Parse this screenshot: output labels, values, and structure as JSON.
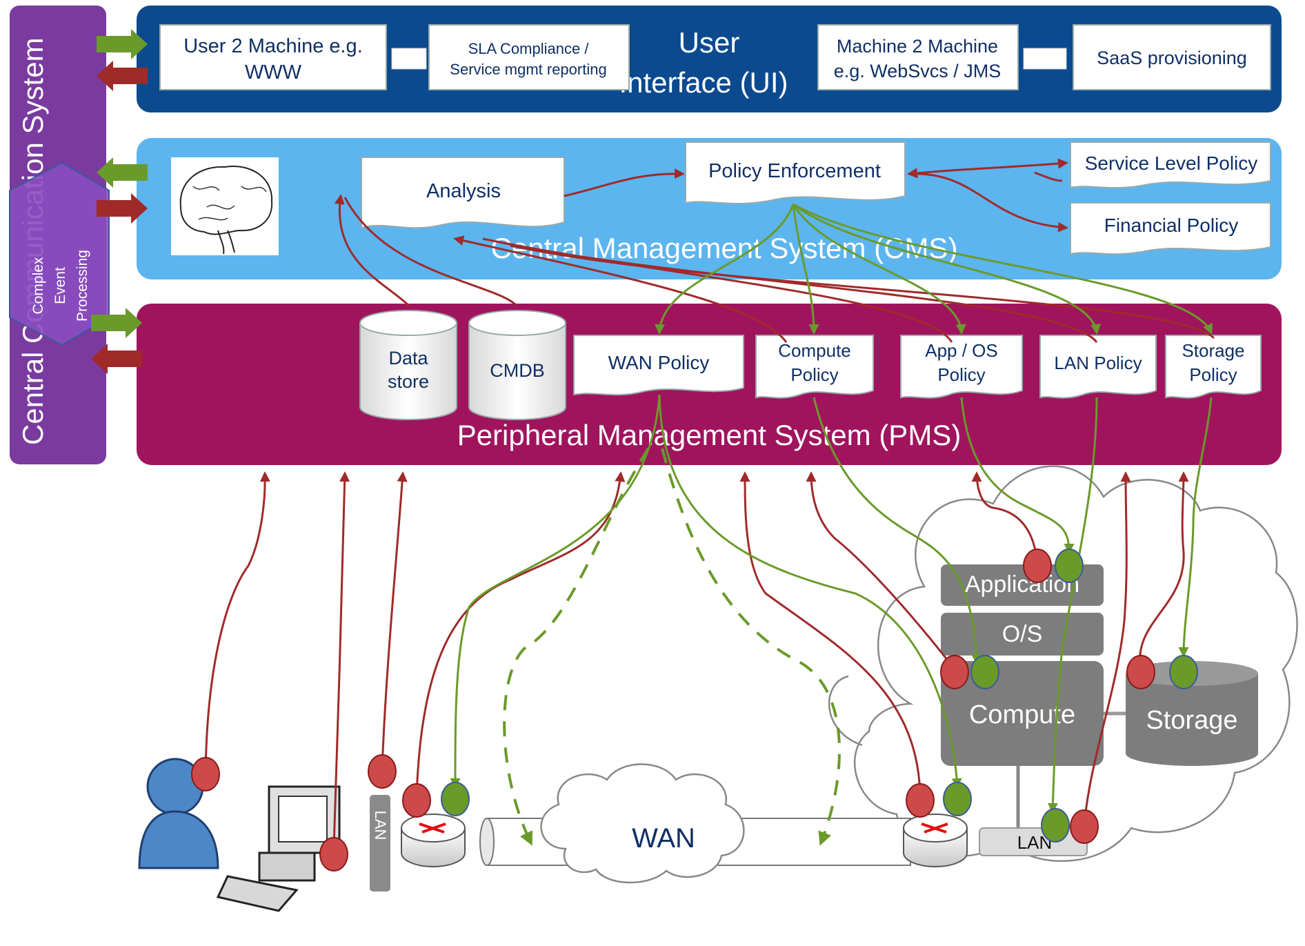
{
  "ccs": {
    "title": "Central Communication System"
  },
  "cep": {
    "line1": "Complex",
    "line2": "Event",
    "line3": "Processing"
  },
  "ui": {
    "title_line1": "User",
    "title_line2": "Interface (UI)",
    "box_u2m_line1": "User 2 Machine e.g.",
    "box_u2m_line2": "WWW",
    "box_sla_line1": "SLA Compliance /",
    "box_sla_line2": "Service mgmt reporting",
    "box_m2m_line1": "Machine 2 Machine",
    "box_m2m_line2": "e.g. WebSvcs / JMS",
    "box_saas": "SaaS provisioning"
  },
  "cms": {
    "title": "Central Management System (CMS)",
    "analysis": "Analysis",
    "policy_enforcement": "Policy Enforcement",
    "service_level_policy": "Service Level Policy",
    "financial_policy": "Financial Policy"
  },
  "pms": {
    "title": "Peripheral Management System (PMS)",
    "data_store_line1": "Data",
    "data_store_line2": "store",
    "cmdb": "CMDB",
    "wan_policy": "WAN Policy",
    "compute_policy_line1": "Compute",
    "compute_policy_line2": "Policy",
    "app_os_policy_line1": "App / OS",
    "app_os_policy_line2": "Policy",
    "lan_policy": "LAN Policy",
    "storage_policy_line1": "Storage",
    "storage_policy_line2": "Policy"
  },
  "infra": {
    "wan": "WAN",
    "lan_left": "LAN",
    "lan_right": "LAN",
    "application": "Application",
    "os": "O/S",
    "compute": "Compute",
    "storage": "Storage"
  },
  "colors": {
    "ui_band": "#0b4a8f",
    "cms_band": "#5cb5ee",
    "pms_band": "#a0145e",
    "ccs_band": "#7a3aa0",
    "cep_hex": "#8a4ec0",
    "monitor_red": "#a02a2a",
    "control_green": "#6a9a2a",
    "server_gray": "#7d7d7d"
  }
}
